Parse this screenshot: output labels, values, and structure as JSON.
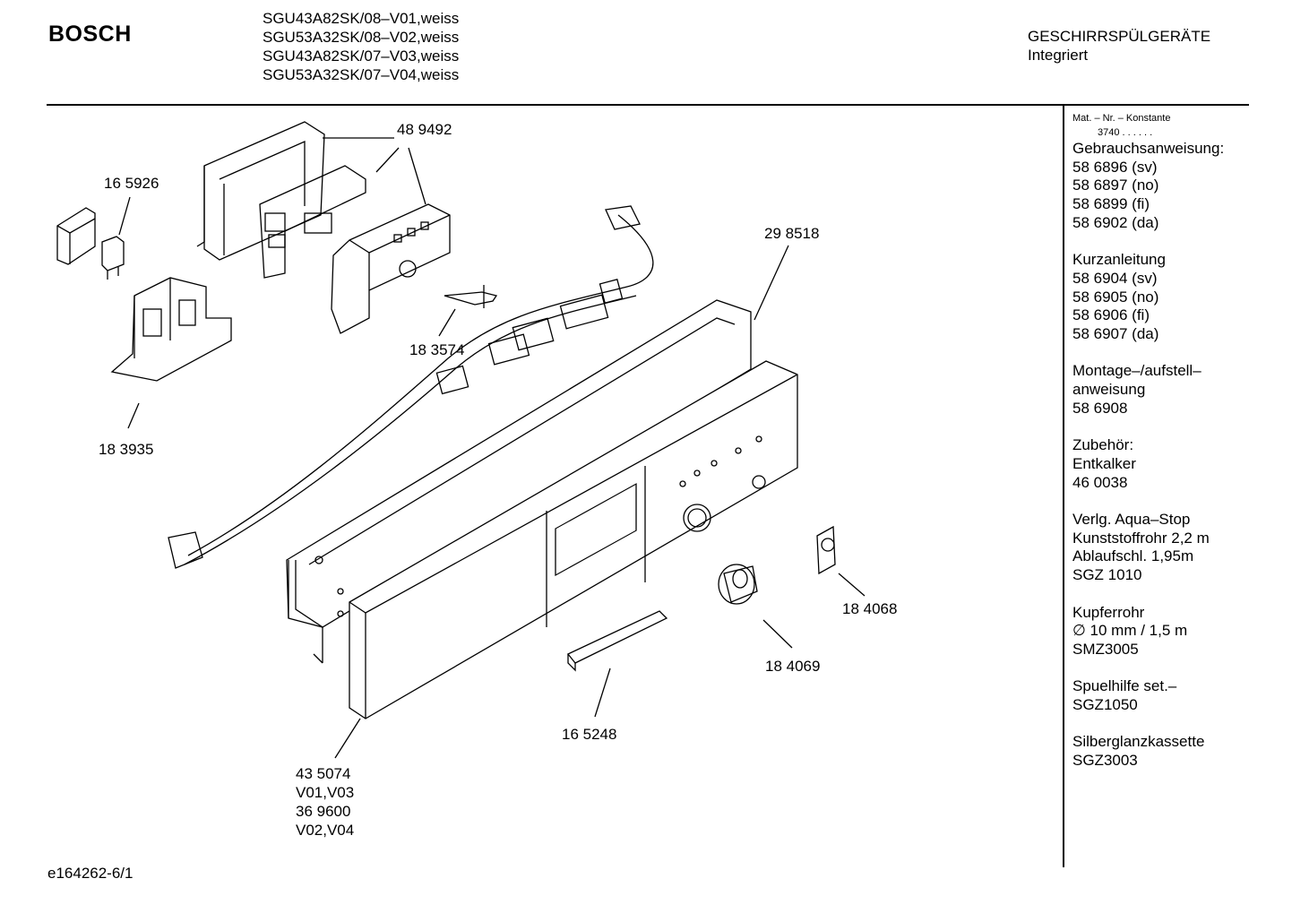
{
  "header": {
    "brand": "BOSCH",
    "models": [
      "SGU43A82SK/08–V01,weiss",
      "SGU53A32SK/08–V02,weiss",
      "SGU43A82SK/07–V03,weiss",
      "SGU53A32SK/07–V04,weiss"
    ],
    "category": "GESCHIRRSPÜLGERÄTE",
    "subcategory": "Integriert"
  },
  "sidebar": {
    "mat_label": "Mat. – Nr. – Konstante",
    "mat_value": "3740 . .   . . . .",
    "groups": [
      {
        "lines": [
          "Gebrauchsanweisung:",
          "58 6896 (sv)",
          "58 6897 (no)",
          "58 6899 (fi)",
          "58 6902 (da)"
        ]
      },
      {
        "lines": [
          "Kurzanleitung",
          "58 6904 (sv)",
          "58 6905 (no)",
          "58 6906 (fi)",
          "58 6907 (da)"
        ]
      },
      {
        "lines": [
          "Montage–/aufstell–",
          "anweisung",
          "58 6908"
        ]
      },
      {
        "lines": [
          "Zubehör:",
          "Entkalker",
          "46 0038"
        ]
      },
      {
        "lines": [
          "Verlg. Aqua–Stop",
          "Kunststoffrohr 2,2 m",
          "Ablaufschl. 1,95m",
          "SGZ 1010"
        ]
      },
      {
        "lines": [
          "Kupferrohr",
          "∅ 10 mm / 1,5 m",
          "SMZ3005"
        ]
      },
      {
        "lines": [
          "Spuelhilfe set.–",
          "SGZ1050"
        ]
      },
      {
        "lines": [
          "Silberglanzkassette",
          "SGZ3003"
        ]
      }
    ]
  },
  "parts": {
    "p489492": "48 9492",
    "p165926": "16 5926",
    "p298518": "29 8518",
    "p183574": "18 3574",
    "p183935": "18 3935",
    "p184068": "18 4068",
    "p184069": "18 4069",
    "p165248": "16 5248",
    "p435074": [
      "43 5074",
      "V01,V03",
      "36 9600",
      "V02,V04"
    ]
  },
  "footer": {
    "code": "e164262-6/1"
  }
}
